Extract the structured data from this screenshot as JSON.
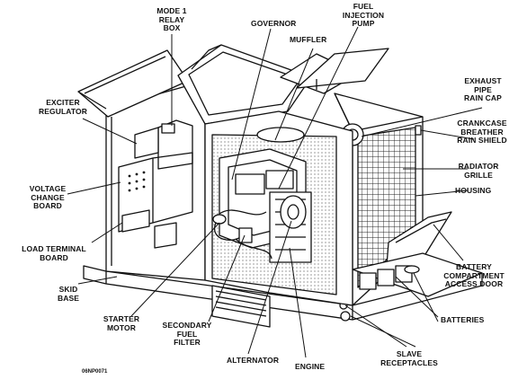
{
  "labels": {
    "mode1_relay_box": "MODE 1\nRELAY\nBOX",
    "governor": "GOVERNOR",
    "fuel_injection_pump": "FUEL\nINJECTION\nPUMP",
    "muffler": "MUFFLER",
    "exhaust_pipe_rain_cap": "EXHAUST\nPIPE\nRAIN CAP",
    "exciter_regulator": "EXCITER\nREGULATOR",
    "crankcase_breather_rain_shield": "CRANKCASE\nBREATHER\nRAIN SHIELD",
    "radiator_grille": "RADIATOR\nGRILLE",
    "voltage_change_board": "VOLTAGE\nCHANGE\nBOARD",
    "housing": "HOUSING",
    "load_terminal_board": "LOAD TERMINAL\nBOARD",
    "battery_compartment_access_door": "BATTERY\nCOMPARTMENT\nACCESS DOOR",
    "skid_base": "SKID\nBASE",
    "batteries": "BATTERIES",
    "starter_motor": "STARTER\nMOTOR",
    "secondary_fuel_filter": "SECONDARY\nFUEL\nFILTER",
    "slave_receptacles": "SLAVE\nRECEPTACLES",
    "alternator": "ALTERNATOR",
    "engine": "ENGINE"
  },
  "figure_id": "06NP0071"
}
